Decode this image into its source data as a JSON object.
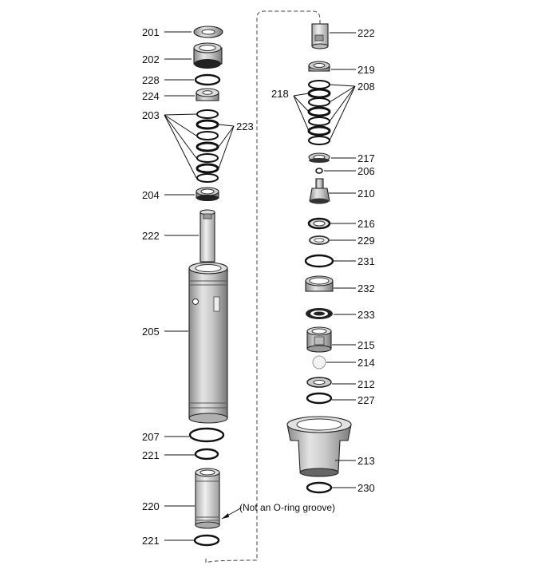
{
  "labels": {
    "p201": "201",
    "p202": "202",
    "p228": "228",
    "p224": "224",
    "p203": "203",
    "p223": "223",
    "p204": "204",
    "p222a": "222",
    "p205": "205",
    "p207": "207",
    "p221a": "221",
    "p220": "220",
    "p221b": "221",
    "p222b": "222",
    "p219": "219",
    "p218": "218",
    "p208": "208",
    "p217": "217",
    "p206": "206",
    "p210": "210",
    "p216": "216",
    "p229": "229",
    "p231": "231",
    "p232": "232",
    "p233": "233",
    "p215": "215",
    "p214": "214",
    "p212": "212",
    "p227": "227",
    "p213": "213",
    "p230": "230"
  },
  "note": "(Not an O-ring groove)"
}
